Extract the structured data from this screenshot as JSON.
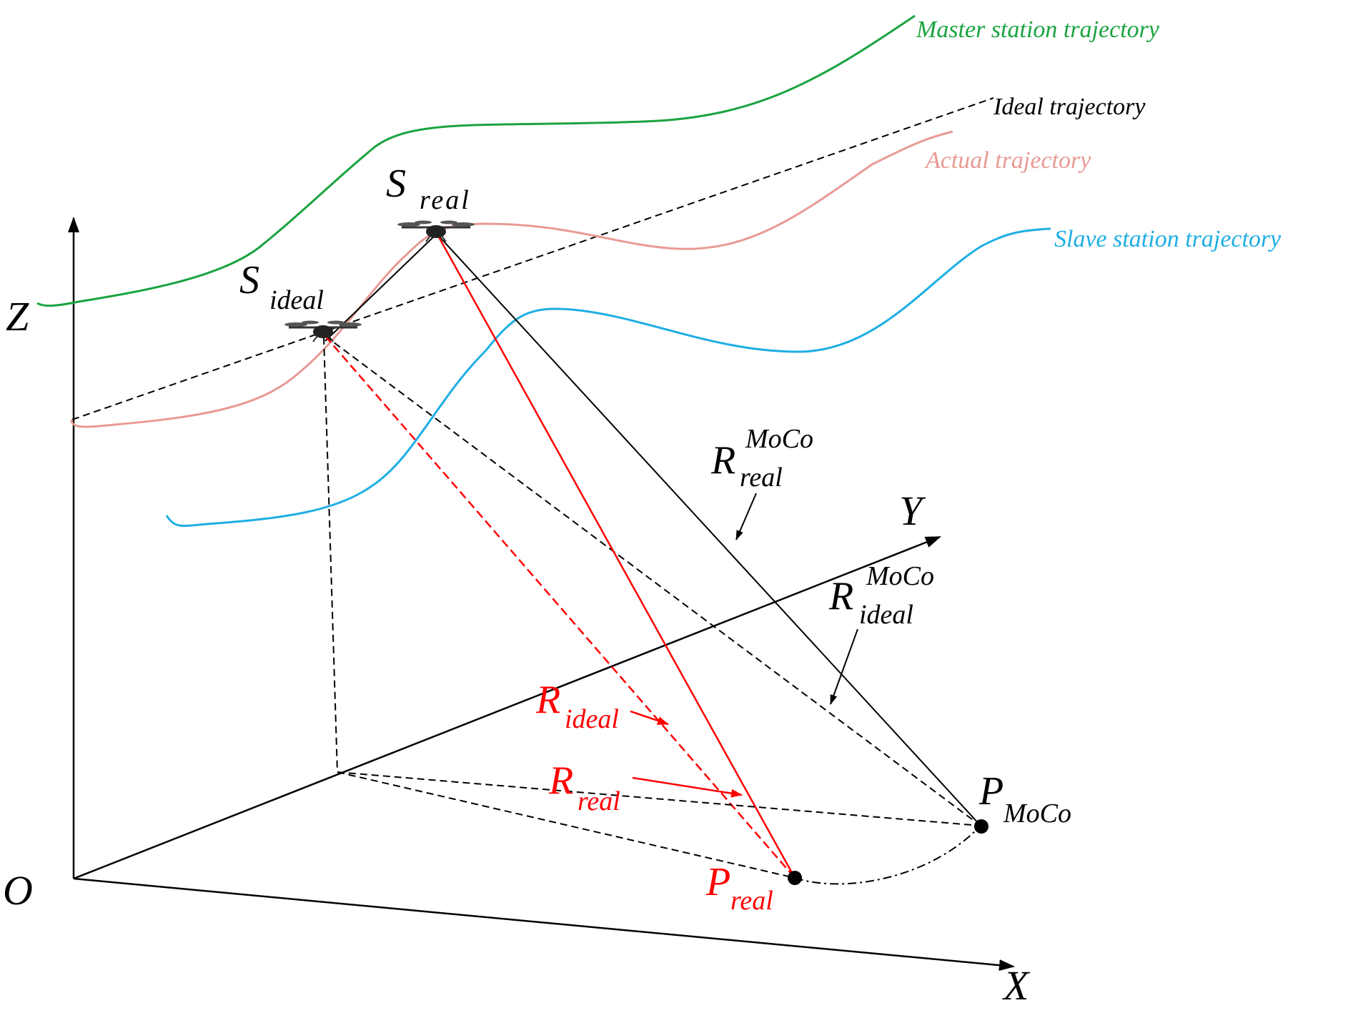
{
  "colors": {
    "master": "#1aa340",
    "ideal": "#000000",
    "actual": "#e89a94",
    "slave": "#1eaee4",
    "red": "#ff0000"
  },
  "labels": {
    "master": "Master station trajectory",
    "ideal": "Ideal trajectory",
    "actual": "Actual trajectory",
    "slave": "Slave station trajectory"
  },
  "axes": {
    "z": "Z",
    "y": "Y",
    "x": "X",
    "origin": "O"
  },
  "symbols": {
    "s_real": {
      "main": "S",
      "sub": "real"
    },
    "s_ideal": {
      "main": "S",
      "sub": "ideal"
    },
    "r_real_moco": {
      "main": "R",
      "sup": "MoCo",
      "sub": "real"
    },
    "r_ideal_moco": {
      "main": "R",
      "sup": "MoCo",
      "sub": "ideal"
    },
    "r_ideal": {
      "main": "R",
      "sub": "ideal"
    },
    "r_real": {
      "main": "R",
      "sub": "real"
    },
    "p_moco": {
      "main": "P",
      "sub": "MoCo"
    },
    "p_real": {
      "main": "P",
      "sub": "real"
    }
  },
  "icons": {
    "uav": "quadcopter-icon"
  }
}
